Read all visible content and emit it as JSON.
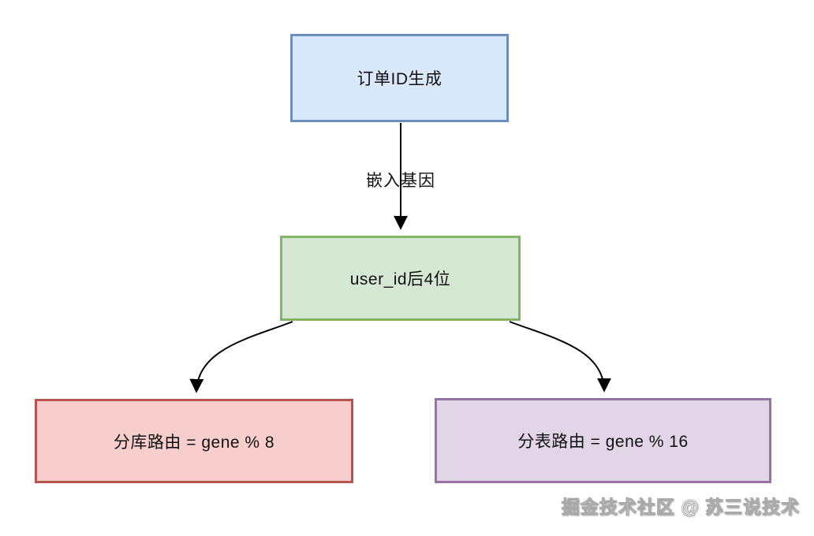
{
  "diagram": {
    "type": "flowchart",
    "background": "#ffffff",
    "nodes": {
      "order_id_generation": {
        "label": "订单ID生成",
        "fill": "#dae8fc",
        "border": "#6c8ebf"
      },
      "user_id_last4": {
        "label": "user_id后4位",
        "fill": "#d5e8d4",
        "border": "#82b366"
      },
      "db_route": {
        "label": "分库路由 = gene % 8",
        "fill": "#f8cecc",
        "border": "#b85450"
      },
      "table_route": {
        "label": "分表路由 = gene % 16",
        "fill": "#e1d5e7",
        "border": "#9673a6"
      }
    },
    "edges": [
      {
        "from": "订单ID生成",
        "to": "user_id后4位",
        "label": "嵌入基因"
      },
      {
        "from": "user_id后4位",
        "to": "分库路由 = gene % 8",
        "label": ""
      },
      {
        "from": "user_id后4位",
        "to": "分表路由 = gene % 16",
        "label": ""
      }
    ],
    "colors": {
      "arrow": "#000000",
      "text": "#111111",
      "watermark": "#fdfdfd"
    },
    "watermark": "掘金技术社区 @ 苏三说技术"
  }
}
